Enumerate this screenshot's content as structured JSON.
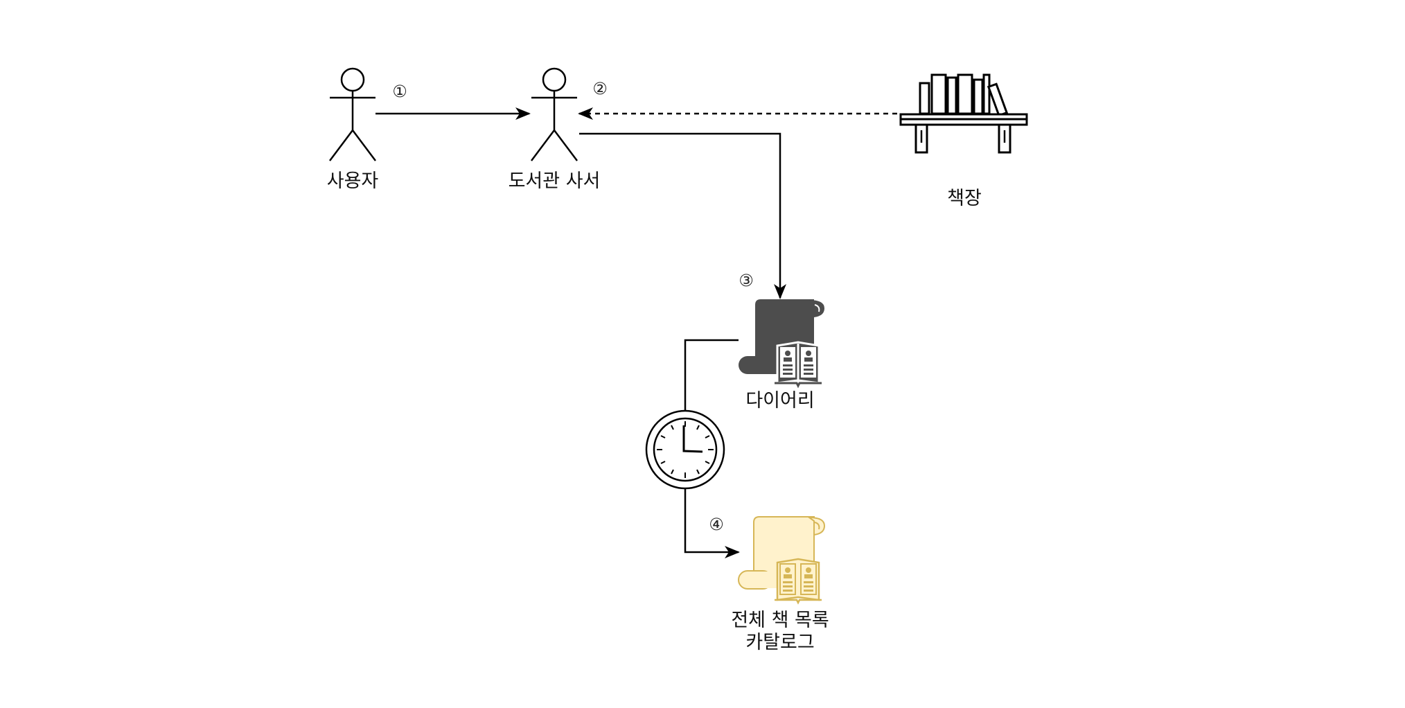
{
  "nodes": {
    "user": {
      "label": "사용자",
      "icon": "stick-figure-icon"
    },
    "librarian": {
      "label": "도서관 사서",
      "icon": "stick-figure-icon"
    },
    "bookshelf": {
      "label": "책장",
      "icon": "bookshelf-icon"
    },
    "diary": {
      "label": "다이어리",
      "icon": "scroll-book-icon",
      "color": "#4d4d4d"
    },
    "catalog": {
      "label_line1": "전체 책 목록",
      "label_line2": "카탈로그",
      "icon": "scroll-book-icon",
      "color": "#fff2cc",
      "stroke": "#d6b656"
    },
    "clock": {
      "icon": "clock-icon"
    }
  },
  "steps": {
    "s1": "①",
    "s2": "②",
    "s3": "③",
    "s4": "④"
  },
  "colors": {
    "line": "#000000",
    "diary_fill": "#4d4d4d",
    "catalog_fill": "#fff2cc",
    "catalog_stroke": "#d6b656"
  }
}
